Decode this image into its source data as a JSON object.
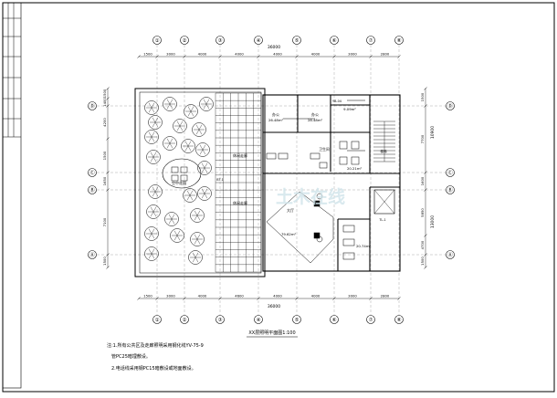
{
  "grid": {
    "columns": [
      "①",
      "②",
      "③",
      "④",
      "⑤",
      "⑥",
      "⑦",
      "⑧"
    ],
    "rows": [
      "Ⓐ",
      "Ⓑ",
      "Ⓒ",
      "Ⓓ"
    ]
  },
  "dimensions": {
    "top_segments": [
      "1500",
      "3000",
      "4000",
      "4000",
      "4000",
      "4000",
      "3000",
      "2800"
    ],
    "top_total": "36000",
    "bottom_segments": [
      "1500",
      "3000",
      "4000",
      "4600",
      "4000",
      "4000",
      "3000",
      "2800"
    ],
    "bottom_total": "36000",
    "left_segments": [
      "1500",
      "1400",
      "4200",
      "1500",
      "1650",
      "7100",
      "1500"
    ],
    "right_segments": [
      "1500",
      "7700",
      "1600",
      "5850",
      "4700",
      "1500"
    ],
    "right_totals": [
      "10900",
      "13000"
    ]
  },
  "rooms": {
    "office_1": "办公",
    "office_1_area": "26.48m²",
    "office_2": "办公",
    "office_2_area": "28.48m²",
    "room_upper_right": "9.09m²",
    "toilet_area": "20.21m²",
    "toilet_label": "卫生间",
    "hall": "大厅",
    "hall_area": "79.62m²",
    "lower_right_area": "20.74m²",
    "garden": "空中花园",
    "corridor_left": "休闲走廊",
    "corridor_left_2": "休闲走廊",
    "stair_label": "楼梯",
    "tag_upper": "YB-04",
    "tag_mid": "BT-1",
    "tag_right": "TL-1"
  },
  "drawing_title": "XX层照明平面图1:100",
  "watermark": "土木在线",
  "notes": [
    "注:1.所有公共区及走廊照明采用钢化线YV-75-9",
    "管PC25暗埋敷设。",
    "2.电话线采用钢PC15暗敷设或地面敷设。"
  ]
}
